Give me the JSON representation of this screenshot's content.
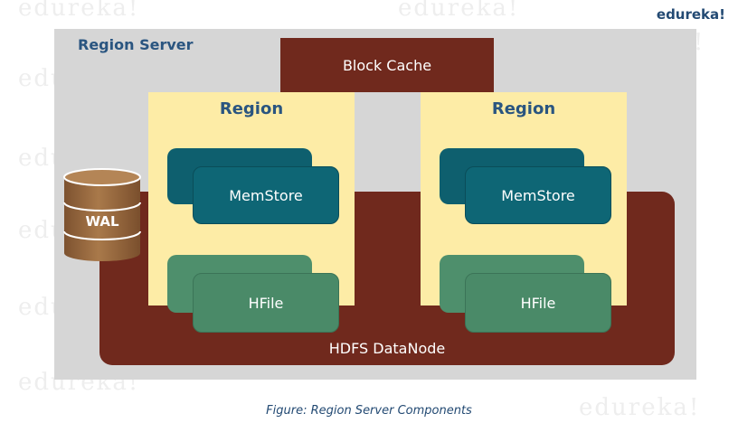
{
  "brand": "edureka!",
  "watermark": "edureka!",
  "region_server": {
    "label": "Region Server"
  },
  "block_cache": {
    "label": "Block Cache"
  },
  "regions": [
    {
      "label": "Region",
      "memstore": "MemStore",
      "hfile": "HFile"
    },
    {
      "label": "Region",
      "memstore": "MemStore",
      "hfile": "HFile"
    }
  ],
  "wal": {
    "label": "WAL"
  },
  "hdfs_datanode": {
    "label": "HDFS DataNode"
  },
  "caption": "Figure: Region Server Components",
  "colors": {
    "server_bg": "#d6d6d6",
    "block_cache": "#70291d",
    "region_bg": "#fdeca6",
    "memstore": "#0e6675",
    "hfile": "#4a8a68",
    "wal": "#9a6a3f",
    "label_text": "#2a5580"
  }
}
